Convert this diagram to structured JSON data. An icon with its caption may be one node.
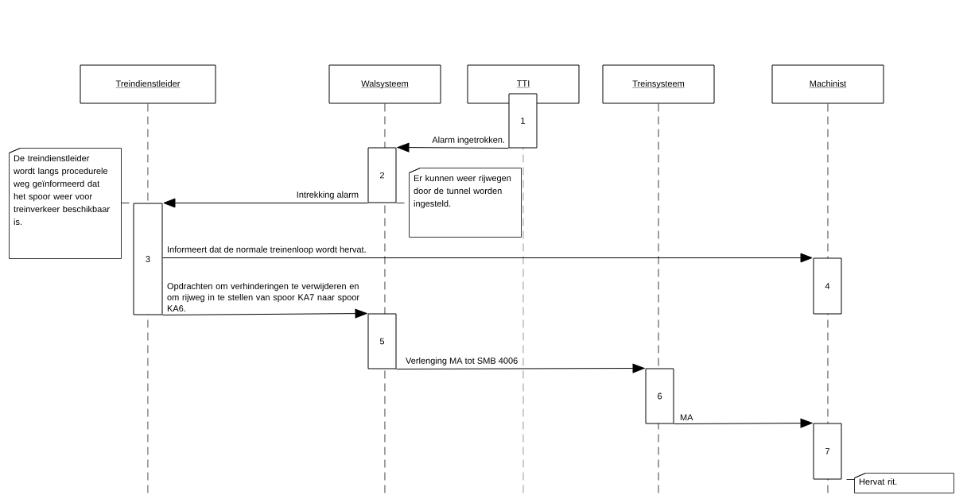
{
  "diagram": {
    "nodes": [
      {
        "text": [
          "Treindienstleider"
        ]
      },
      {
        "text": [
          "Walsysteem"
        ]
      },
      {
        "text": [
          "TTI"
        ]
      },
      {
        "text": [
          "Treinsysteem"
        ]
      },
      {
        "text": [
          "Machinist"
        ]
      },
      {
        "text": [
          "1"
        ]
      },
      {
        "text": [
          "2"
        ]
      },
      {
        "text": [
          "3"
        ]
      },
      {
        "text": [
          "4"
        ]
      },
      {
        "text": [
          "5"
        ]
      },
      {
        "text": [
          "6"
        ]
      },
      {
        "text": [
          "7"
        ]
      },
      {
        "text": [
          "De treindienstleider wordt langs procedurele weg geïnformeerd dat het spoor weer voor treinverkeer beschikbaar is."
        ]
      },
      {
        "text": [
          "Er kunnen weer rijwegen door de tunnel worden ingesteld."
        ]
      },
      {
        "text": [
          "Hervat rit."
        ]
      }
    ],
    "edges": [
      {
        "from": 0,
        "to": null,
        "arrow": "none",
        "style": "dashed"
      },
      {
        "from": 1,
        "to": null,
        "arrow": "none",
        "style": "dashed"
      },
      {
        "from": 2,
        "to": null,
        "arrow": "none",
        "style": "dashed"
      },
      {
        "from": 3,
        "to": null,
        "arrow": "none",
        "style": "dashed"
      },
      {
        "from": 4,
        "to": null,
        "arrow": "none",
        "style": "dashed"
      },
      {
        "from": 5,
        "to": 6,
        "arrow": "to",
        "label": "Alarm ingetrokken."
      },
      {
        "from": 6,
        "to": 7,
        "arrow": "to",
        "label": "Intrekking alarm"
      },
      {
        "from": 7,
        "to": 8,
        "arrow": "to",
        "label": "Informeert dat de normale treinenloop wordt hervat."
      },
      {
        "from": 7,
        "to": 9,
        "arrow": "to",
        "label": "Opdrachten om verhinderingen te verwijderen en om rijweg in te stellen van spoor KA7 naar spoor KA6."
      },
      {
        "from": 9,
        "to": 10,
        "arrow": "to",
        "label": "Verlenging MA tot SMB 4006"
      },
      {
        "from": 10,
        "to": 11,
        "arrow": "to",
        "label": "MA"
      },
      {
        "from": 12,
        "to": 7,
        "arrow": "none",
        "style": "dashed"
      },
      {
        "from": 6,
        "to": 13,
        "arrow": "none",
        "style": "dashed"
      },
      {
        "from": 14,
        "to": 11,
        "arrow": "none",
        "style": "dashed"
      }
    ]
  }
}
